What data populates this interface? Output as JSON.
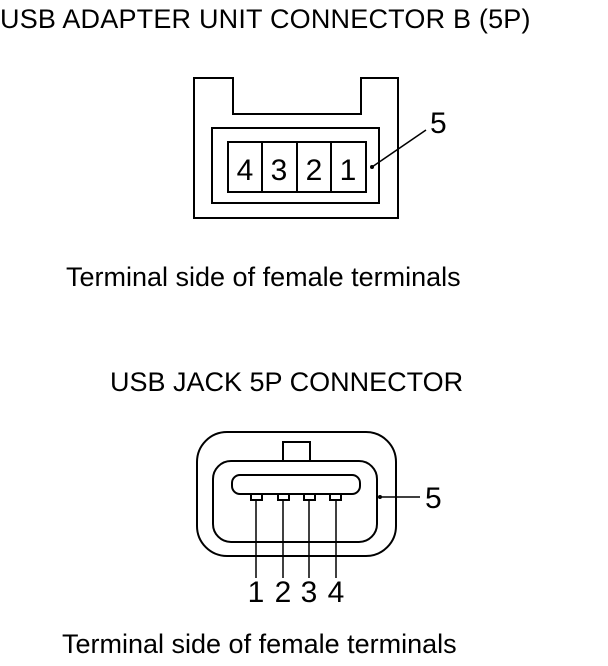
{
  "connector_a": {
    "title": "USB ADAPTER UNIT CONNECTOR B (5P)",
    "caption": "Terminal side of female terminals",
    "pins": [
      "4",
      "3",
      "2",
      "1"
    ],
    "callout": "5"
  },
  "connector_b": {
    "title": "USB JACK 5P CONNECTOR",
    "caption": "Terminal side of female terminals",
    "pins": [
      "1",
      "2",
      "3",
      "4"
    ],
    "callout": "5"
  }
}
